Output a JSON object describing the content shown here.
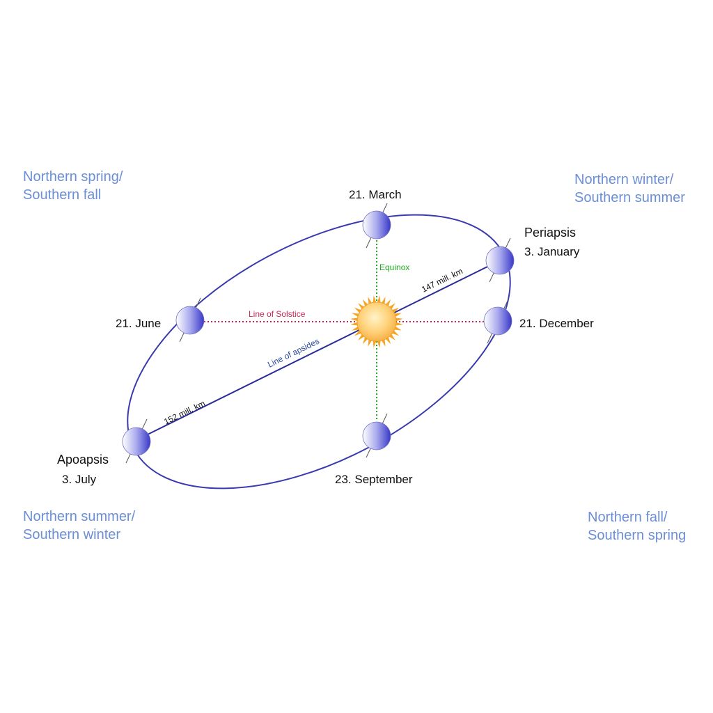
{
  "colors": {
    "season_text": "#6b8fd6",
    "orbit": "#3a3ab0",
    "solstice_line": "#cc2255",
    "equinox_line": "#22aa22",
    "apsides_line": "#2a2a9a",
    "sun_core": "#ffd27a",
    "sun_rays": "#f5a623",
    "planet": "#5a5ad8"
  },
  "seasons": {
    "top_left": [
      "Northern spring/",
      "Southern fall"
    ],
    "top_right": [
      "Northern winter/",
      "Southern summer"
    ],
    "bottom_left": [
      "Northern summer/",
      "Southern winter"
    ],
    "bottom_right": [
      "Northern fall/",
      "Southern spring"
    ]
  },
  "dates": {
    "march": "21. March",
    "june": "21. June",
    "december": "21. December",
    "september": "23. September"
  },
  "periapsis": {
    "title": "Periapsis",
    "date": "3. January"
  },
  "apoapsis": {
    "title": "Apoapsis",
    "date": "3. July"
  },
  "lines": {
    "solstice": "Line of Solstice",
    "equinox": "Equinox",
    "apsides": "Line of apsides",
    "periapsis_distance": "147 mill. km",
    "apoapsis_distance": "152 mill. km"
  },
  "icons": {
    "sun": "sun-icon",
    "planet": "earth-icon"
  }
}
